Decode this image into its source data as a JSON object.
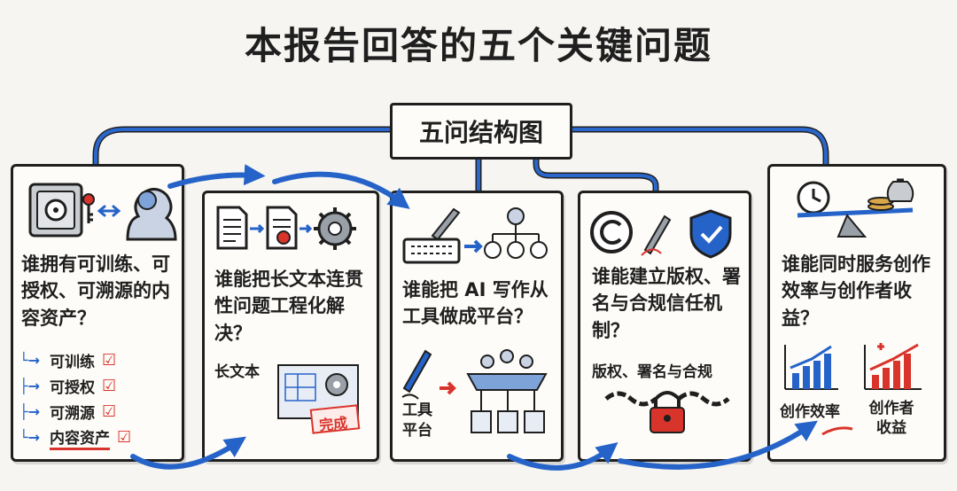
{
  "title": "本报告回答的五个关键问题",
  "center_label": "五问结构图",
  "cards": [
    {
      "question": "谁拥有可训练、可授权、可溯源的内容资产？",
      "list": [
        "可训练",
        "可授权",
        "可溯源",
        "内容资产"
      ]
    },
    {
      "question": "谁能把长文本连贯性问题工程化解决？",
      "label": "长文本",
      "stamp": "完成"
    },
    {
      "question": "谁能把 AI 写作从工具做成平台？",
      "label": "工具平台"
    },
    {
      "question": "谁能建立版权、署名与合规信任机制？",
      "label": "版权、署名与合规"
    },
    {
      "question": "谁能同时服务创作效率与创作者收益？",
      "label_left": "创作效率",
      "label_right": "创作者收益"
    }
  ],
  "colors": {
    "accent_blue": "#2563c9",
    "accent_red": "#d9342b",
    "ink": "#1f1f1f"
  }
}
